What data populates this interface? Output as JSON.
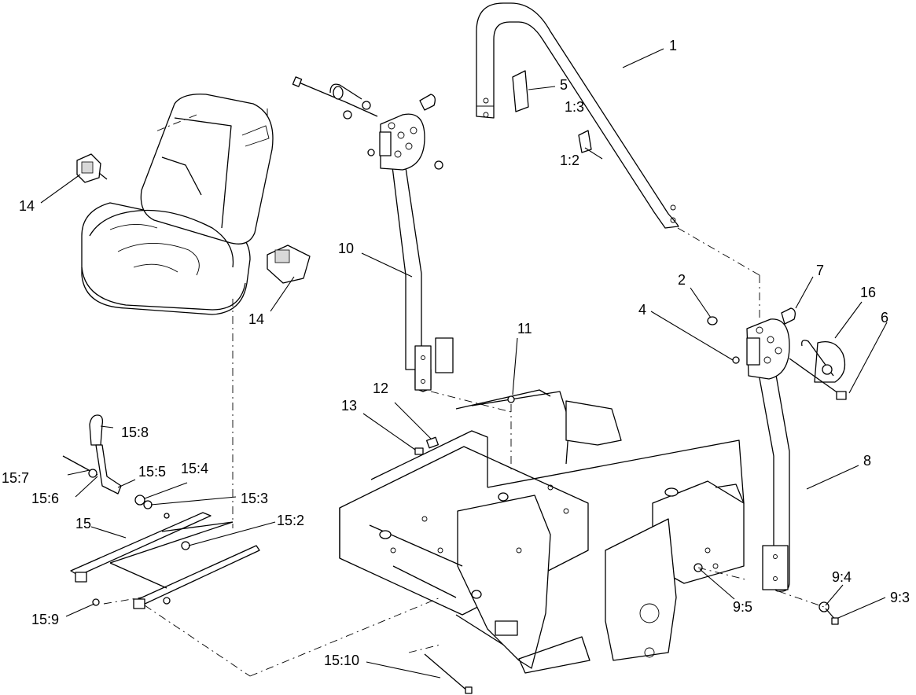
{
  "callouts": {
    "c1": "1",
    "c2": "2",
    "c4": "4",
    "c5": "5",
    "c6": "6",
    "c7": "7",
    "c8": "8",
    "c10": "10",
    "c11": "11",
    "c12": "12",
    "c13": "13",
    "c14a": "14",
    "c14b": "14",
    "c15": "15",
    "c16": "16",
    "c1_2": "1:2",
    "c1_3": "1:3",
    "c9_3": "9:3",
    "c9_4": "9:4",
    "c9_5": "9:5",
    "c15_2": "15:2",
    "c15_3": "15:3",
    "c15_4": "15:4",
    "c15_5": "15:5",
    "c15_6": "15:6",
    "c15_7": "15:7",
    "c15_8": "15:8",
    "c15_9": "15:9",
    "c15_10": "15:10"
  }
}
